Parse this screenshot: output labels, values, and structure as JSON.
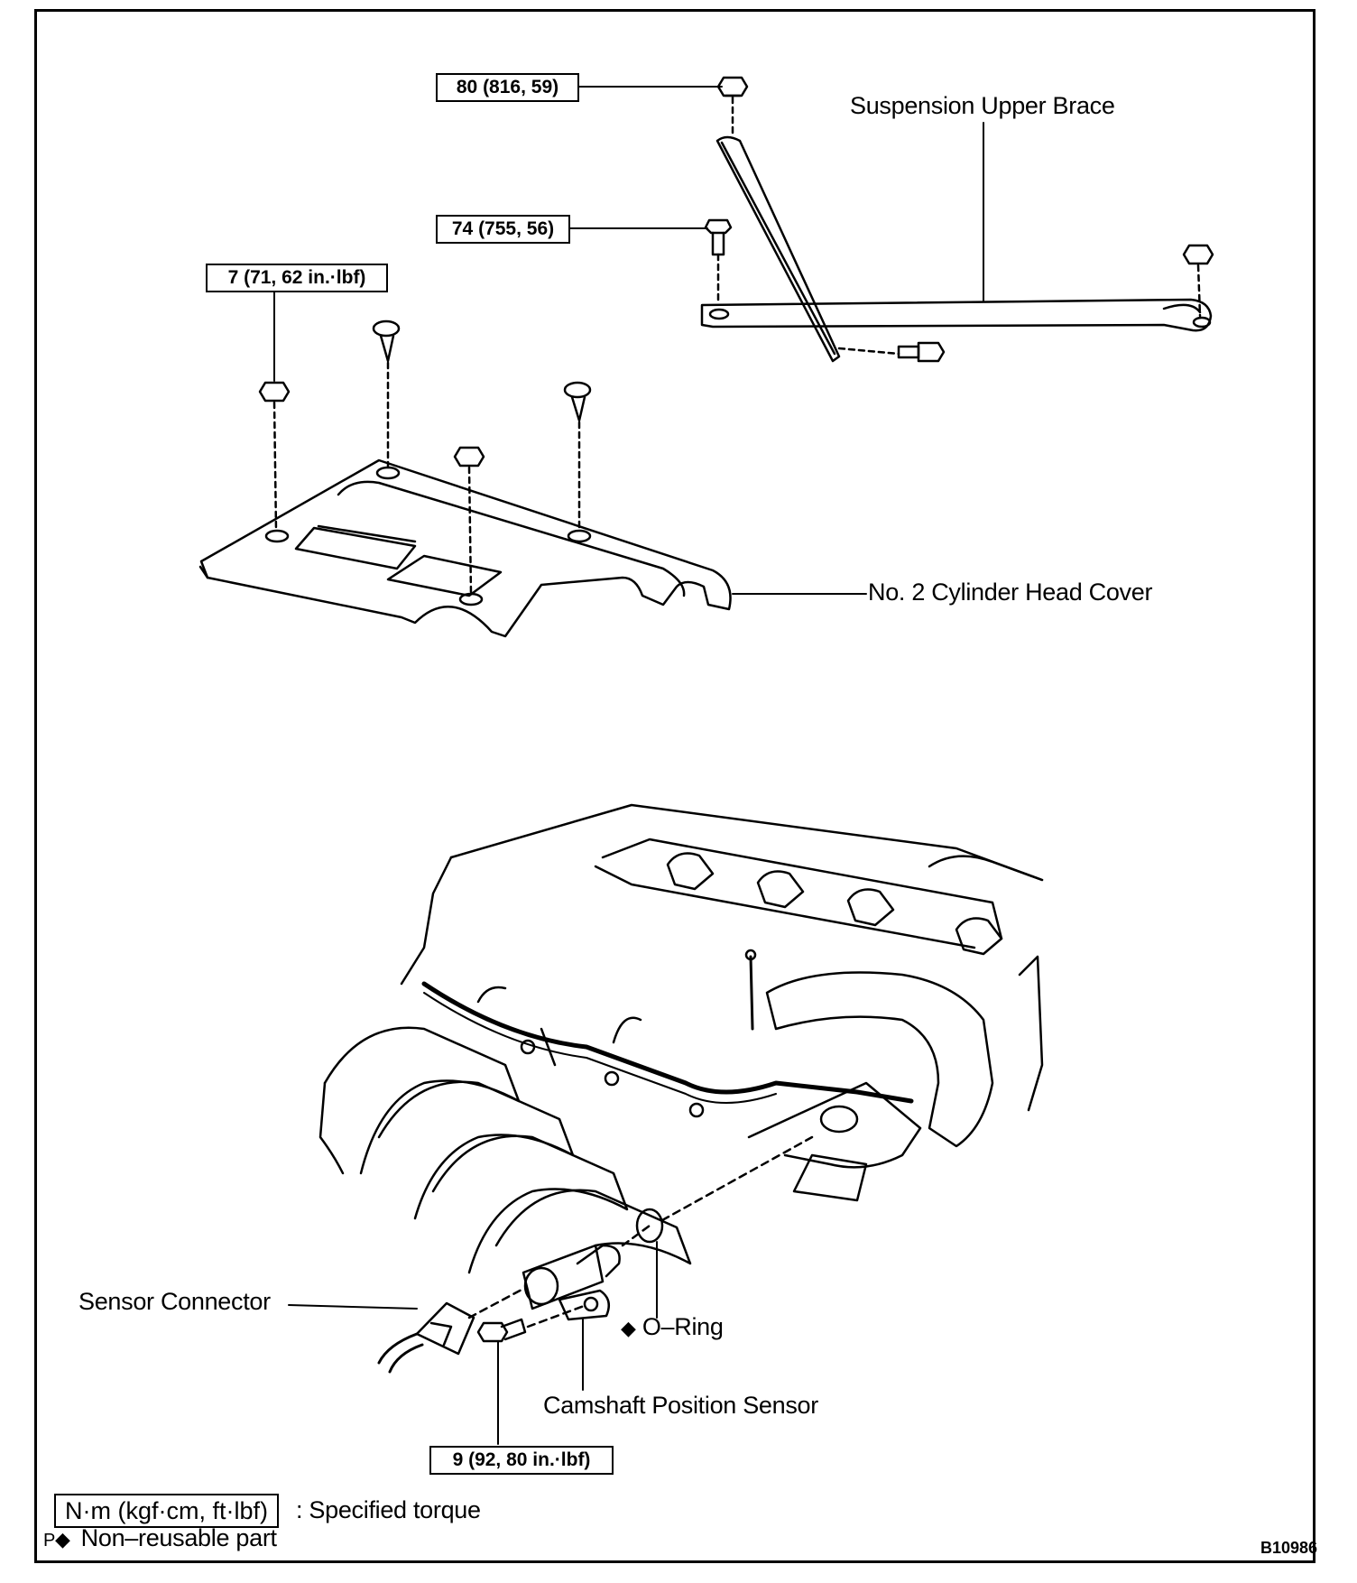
{
  "labels": {
    "suspension_upper_brace": "Suspension Upper Brace",
    "cylinder_head_cover": "No. 2 Cylinder Head Cover",
    "sensor_connector": "Sensor Connector",
    "o_ring": "O–Ring",
    "camshaft_position_sensor": "Camshaft Position Sensor"
  },
  "torques": {
    "brace_nut": "80 (816, 59)",
    "brace_bolt": "74 (755, 56)",
    "cover_nut": "7 (71, 62 in.·lbf)",
    "sensor_bolt": "9 (92, 80 in.·lbf)"
  },
  "legend": {
    "torque_unit": "N·m (kgf·cm, ft·lbf)",
    "torque_desc": ": Specified torque",
    "non_reusable": "Non–reusable part",
    "diamond_symbol": "◆",
    "corner_letter": "P"
  },
  "figure_code": "B10986"
}
